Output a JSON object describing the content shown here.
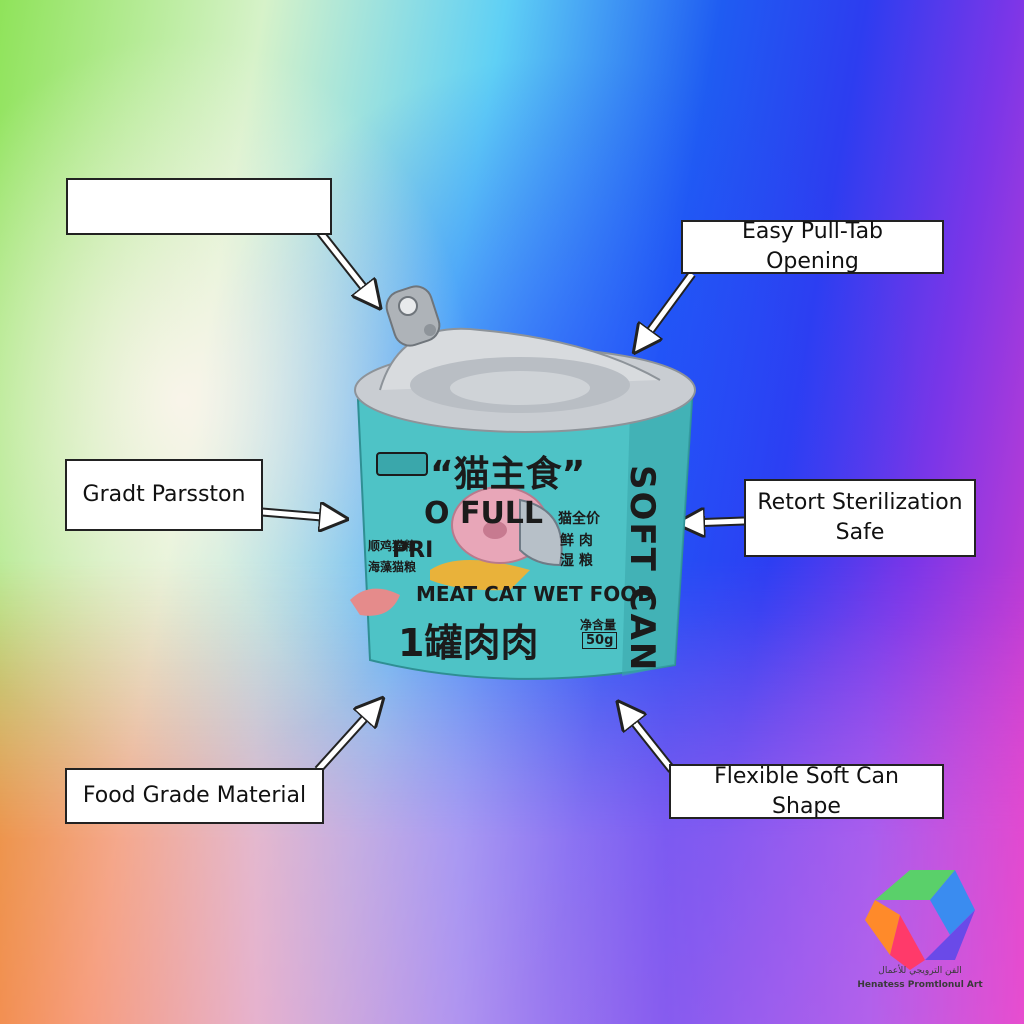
{
  "callouts": {
    "top_left": "",
    "top_right": "Easy Pull-Tab Opening",
    "mid_left": "Gradt Parsston",
    "mid_right": "Retort Sterilization Safe",
    "bottom_left": "Food Grade Material",
    "bottom_right": "Flexible Soft Can Shape"
  },
  "can": {
    "headline": "“猫主食”",
    "side_label": "SOFT CAN",
    "line1": "O  FULL",
    "line2": "PRI",
    "line3": "MEAT CAT WET FOOD",
    "big_text": "1罐肉肉",
    "small_left_1": "顺鸡猫粮",
    "small_left_2": "海藻猫粮",
    "small_right_1": "猫全价",
    "small_right_2": "鲜 肉",
    "small_right_3": "湿 粮",
    "weight_label": "净含量",
    "weight": "50g"
  },
  "logo": {
    "arabic_text": "الفن الترويجي للأعمال",
    "latin_text": "Henatess Promtlonul Art"
  },
  "colors": {
    "can_body": "#4ec3c6",
    "can_lid": "#c9cdd2",
    "callout_bg": "#ffffff"
  }
}
